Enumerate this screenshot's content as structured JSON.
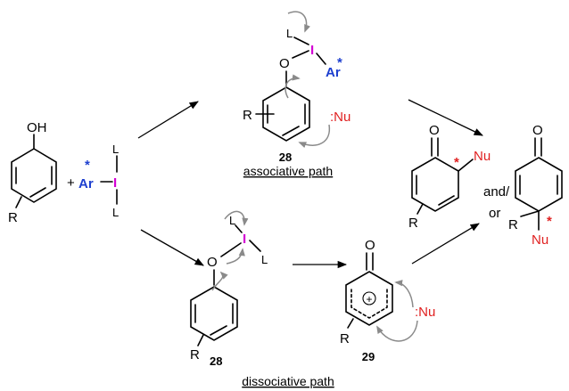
{
  "colors": {
    "iodine": "#d400d4",
    "aryl": "#1d3fcf",
    "star_blue": "#1d3fcf",
    "star_red": "#e02020",
    "nucleophile": "#e02020",
    "curly_arrow": "#8a8a8a",
    "bond": "#000000"
  },
  "phenol": {
    "oh": "OH",
    "r": "R"
  },
  "reagent": {
    "plus": "+",
    "ar": "Ar",
    "star": "*",
    "iodine": "I",
    "l_top": "L",
    "l_bottom": "L"
  },
  "associative": {
    "l": "L",
    "iodine": "I",
    "o": "O",
    "ar": "Ar",
    "star": "*",
    "r": "R",
    "nu": ":Nu",
    "compound": "28",
    "caption": "associative path"
  },
  "dissociative": {
    "l_top": "L",
    "iodine": "I",
    "l_right": "L",
    "o": "O",
    "r": "R",
    "compound": "28",
    "caption": "dissociative path"
  },
  "cation": {
    "o": "O",
    "plus": "+",
    "r": "R",
    "nu": ":Nu",
    "compound": "29"
  },
  "products": {
    "ortho": {
      "o": "O",
      "r": "R",
      "nu": "Nu",
      "star": "*"
    },
    "connector_and": "and/",
    "connector_or": "or",
    "para": {
      "o": "O",
      "r": "R",
      "nu": "Nu",
      "star": "*"
    }
  }
}
